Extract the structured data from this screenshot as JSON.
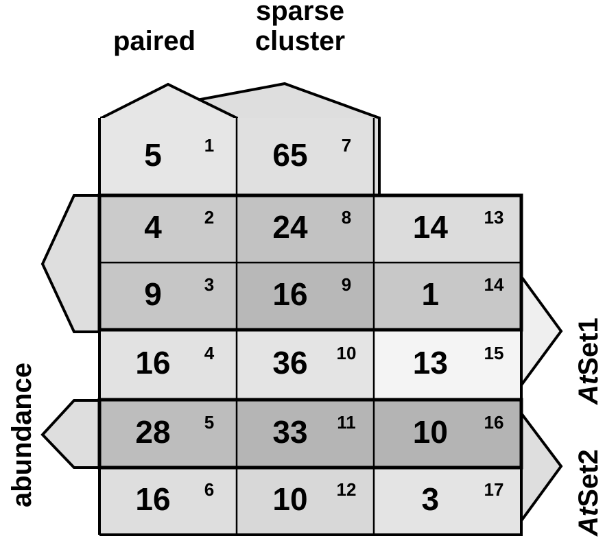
{
  "headers": {
    "col1": "paired",
    "col2": "sparse\ncluster"
  },
  "axis_labels": {
    "left": "abundance",
    "right_upper_prefix": "At",
    "right_upper_suffix": "Set1",
    "right_lower_prefix": "At",
    "right_lower_suffix": "Set2",
    "right_upper": "AtSet1",
    "right_lower": "AtSet2"
  },
  "chart_data": {
    "type": "heatmap",
    "title": "",
    "xlabel": "",
    "ylabel": "abundance",
    "columns": [
      "paired",
      "sparse cluster",
      ""
    ],
    "rows": [
      "1",
      "2",
      "3",
      "4",
      "5",
      "6"
    ],
    "grid": true,
    "legend": "none",
    "cells": [
      {
        "index": "1",
        "value": "5",
        "row": 0,
        "col": 0,
        "shade": "#e6e6e6"
      },
      {
        "index": "2",
        "value": "4",
        "row": 1,
        "col": 0,
        "shade": "#cbcbcb"
      },
      {
        "index": "3",
        "value": "9",
        "row": 2,
        "col": 0,
        "shade": "#c6c6c6"
      },
      {
        "index": "4",
        "value": "16",
        "row": 3,
        "col": 0,
        "shade": "#e2e2e2"
      },
      {
        "index": "5",
        "value": "28",
        "row": 4,
        "col": 0,
        "shade": "#bdbdbd"
      },
      {
        "index": "6",
        "value": "16",
        "row": 5,
        "col": 0,
        "shade": "#dedede"
      },
      {
        "index": "7",
        "value": "65",
        "row": 0,
        "col": 1,
        "shade": "#e0e0e0"
      },
      {
        "index": "8",
        "value": "24",
        "row": 1,
        "col": 1,
        "shade": "#c2c2c2"
      },
      {
        "index": "9",
        "value": "16",
        "row": 2,
        "col": 1,
        "shade": "#b8b8b8"
      },
      {
        "index": "10",
        "value": "36",
        "row": 3,
        "col": 1,
        "shade": "#e4e4e4"
      },
      {
        "index": "11",
        "value": "33",
        "row": 4,
        "col": 1,
        "shade": "#b5b5b5"
      },
      {
        "index": "12",
        "value": "10",
        "row": 5,
        "col": 1,
        "shade": "#d8d8d8"
      },
      {
        "index": "13",
        "value": "14",
        "row": 1,
        "col": 2,
        "shade": "#dcdcdc"
      },
      {
        "index": "14",
        "value": "1",
        "row": 2,
        "col": 2,
        "shade": "#c8c8c8"
      },
      {
        "index": "15",
        "value": "13",
        "row": 3,
        "col": 2,
        "shade": "#f4f4f4"
      },
      {
        "index": "16",
        "value": "10",
        "row": 4,
        "col": 2,
        "shade": "#b4b4b4"
      },
      {
        "index": "17",
        "value": "3",
        "row": 5,
        "col": 2,
        "shade": "#e4e4e4"
      }
    ],
    "highlight_boxes": [
      {
        "name": "AtSet1",
        "rows": [
          1,
          2
        ],
        "cols": [
          0,
          2
        ]
      },
      {
        "name": "AtSet2",
        "rows": [
          4
        ],
        "cols": [
          0,
          2
        ]
      }
    ],
    "pointers": {
      "top": [
        "paired",
        "sparse cluster"
      ],
      "left": [
        "abundance-upper",
        "abundance-lower"
      ],
      "right": [
        "AtSet1",
        "AtSet2"
      ]
    }
  },
  "colors": {
    "stroke": "#000000",
    "background": "#ffffff",
    "pointer_fill": "#e2e2e2",
    "pointer_fill_alt": "#dcdcdc"
  }
}
